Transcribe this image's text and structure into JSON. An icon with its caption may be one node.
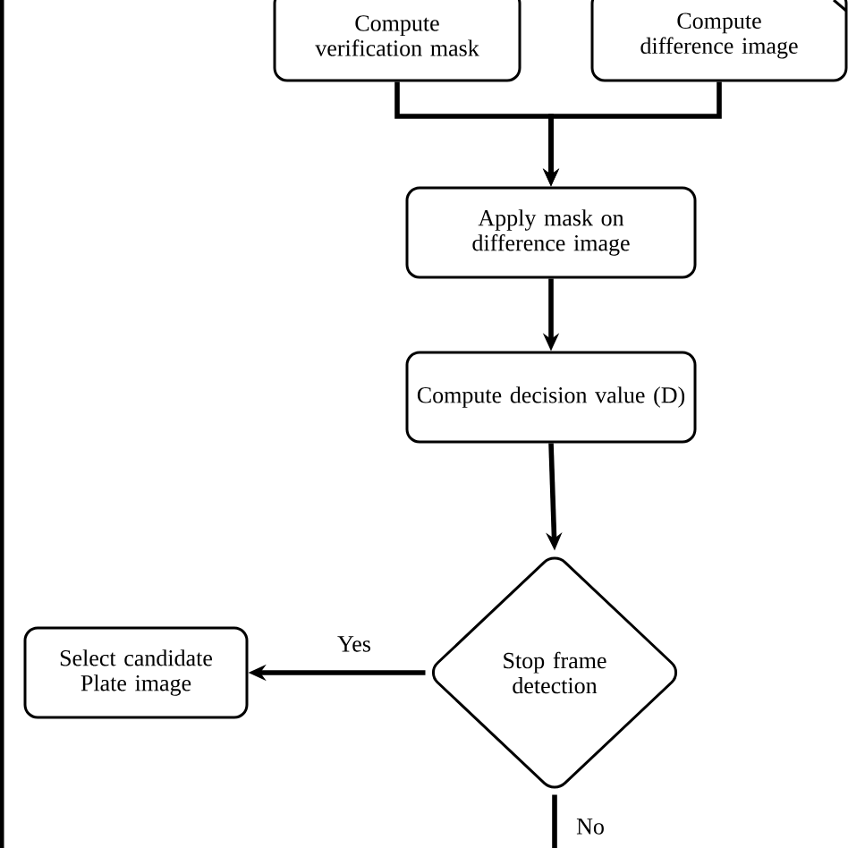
{
  "diagram": {
    "nodes": [
      {
        "text": [
          "Compute verification mask"
        ]
      },
      {
        "text": [
          "Compute difference image"
        ]
      },
      {
        "text": [
          "Apply mask on difference image"
        ]
      },
      {
        "text": [
          "Compute decision value (D)"
        ]
      },
      {
        "text": [
          "Stop frame detection"
        ]
      },
      {
        "text": [
          "Select candidate Plate image"
        ]
      }
    ],
    "edges": [
      {
        "from": 0,
        "to": 2,
        "arrow": "to"
      },
      {
        "from": 1,
        "to": 2,
        "arrow": "to"
      },
      {
        "from": 2,
        "to": 3,
        "arrow": "to"
      },
      {
        "from": 3,
        "to": 4,
        "arrow": "to"
      },
      {
        "from": 4,
        "to": 5,
        "label": "Yes",
        "arrow": "to"
      },
      {
        "from": 4,
        "to": null,
        "label": "No",
        "arrow": "none"
      }
    ]
  }
}
